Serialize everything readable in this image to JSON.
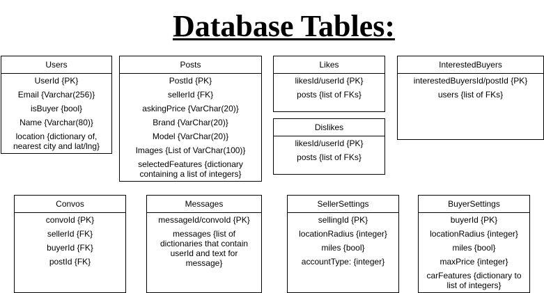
{
  "title": "Database Tables:",
  "tables": {
    "users": {
      "name": "Users",
      "fields": [
        "UserId {PK}",
        "Email {Varchar(256)}",
        "isBuyer {bool}",
        "Name {Varchar(80)}",
        "location {dictionary of, nearest city and lat/lng}"
      ]
    },
    "posts": {
      "name": "Posts",
      "fields": [
        "PostId {PK}",
        "sellerId {FK}",
        "askingPrice {VarChar(20)}",
        "Brand {VarChar(20)}",
        "Model {VarChar(20)}",
        "Images {List of VarChar(100)}",
        "selectedFeatures {dictionary containing a list of integers}"
      ]
    },
    "likes": {
      "name": "Likes",
      "fields": [
        "likesId/userId {PK}",
        "posts {list of FKs}"
      ]
    },
    "dislikes": {
      "name": "Dislikes",
      "fields": [
        "likesId/userId {PK}",
        "posts {list of FKs}"
      ]
    },
    "interested_buyers": {
      "name": "InterestedBuyers",
      "fields": [
        "interestedBuyersId/postId {PK}",
        "users {list of FKs}"
      ]
    },
    "convos": {
      "name": "Convos",
      "fields": [
        "convoId {PK}",
        "sellerId {FK}",
        "buyerId {FK}",
        "postId {FK}"
      ]
    },
    "messages": {
      "name": "Messages",
      "fields": [
        "messageId/convoId {PK}",
        "messages {list of dictionaries that contain userId and text for message}"
      ]
    },
    "seller_settings": {
      "name": "SellerSettings",
      "fields": [
        "sellingId {PK}",
        "locationRadius {integer}",
        "miles {bool}",
        "accountType: {integer}"
      ]
    },
    "buyer_settings": {
      "name": "BuyerSettings",
      "fields": [
        "buyerId {PK}",
        "locationRadius {integer}",
        "miles {bool}",
        "maxPrice {integer}",
        "carFeatures {dictionary to list of integers}"
      ]
    }
  }
}
